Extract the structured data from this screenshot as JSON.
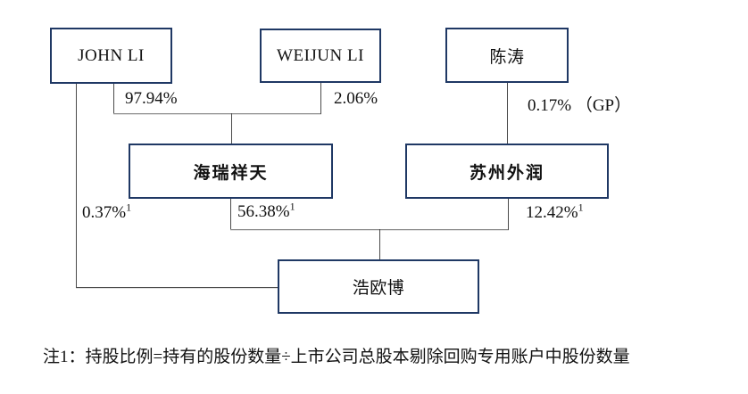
{
  "diagram": {
    "title": "shareholding-structure",
    "nodes": [
      {
        "id": "john-li",
        "label": "JOHN LI"
      },
      {
        "id": "weijun-li",
        "label": "WEIJUN LI"
      },
      {
        "id": "chen-tao",
        "label": "陈涛"
      },
      {
        "id": "hairui-xiangtian",
        "label": "海瑞祥天"
      },
      {
        "id": "suzhou-wairun",
        "label": "苏州外润"
      },
      {
        "id": "haooubo",
        "label": "浩欧博"
      }
    ],
    "edge_labels": [
      {
        "from": "JOHN LI",
        "to": "海瑞祥天",
        "text": "97.94%",
        "sup": ""
      },
      {
        "from": "WEIJUN LI",
        "to": "海瑞祥天",
        "text": "2.06%",
        "sup": ""
      },
      {
        "from": "陈涛",
        "to": "苏州外润",
        "text": "0.17% （GP）",
        "sup": ""
      },
      {
        "from": "JOHN LI",
        "to": "浩欧博",
        "text": "0.37%",
        "sup": "1"
      },
      {
        "from": "海瑞祥天",
        "to": "浩欧博",
        "text": "56.38%",
        "sup": "1"
      },
      {
        "from": "苏州外润",
        "to": "浩欧博",
        "text": "12.42%",
        "sup": "1"
      }
    ],
    "footnote": "注1：持股比例=持有的股份数量÷上市公司总股本剔除回购专用账户中股份数量",
    "colors": {
      "box_border": "#1f3864",
      "line": "#4a4a4a",
      "horizontal_line": "#8c8c8c",
      "text": "#111111",
      "background": "#ffffff"
    }
  }
}
